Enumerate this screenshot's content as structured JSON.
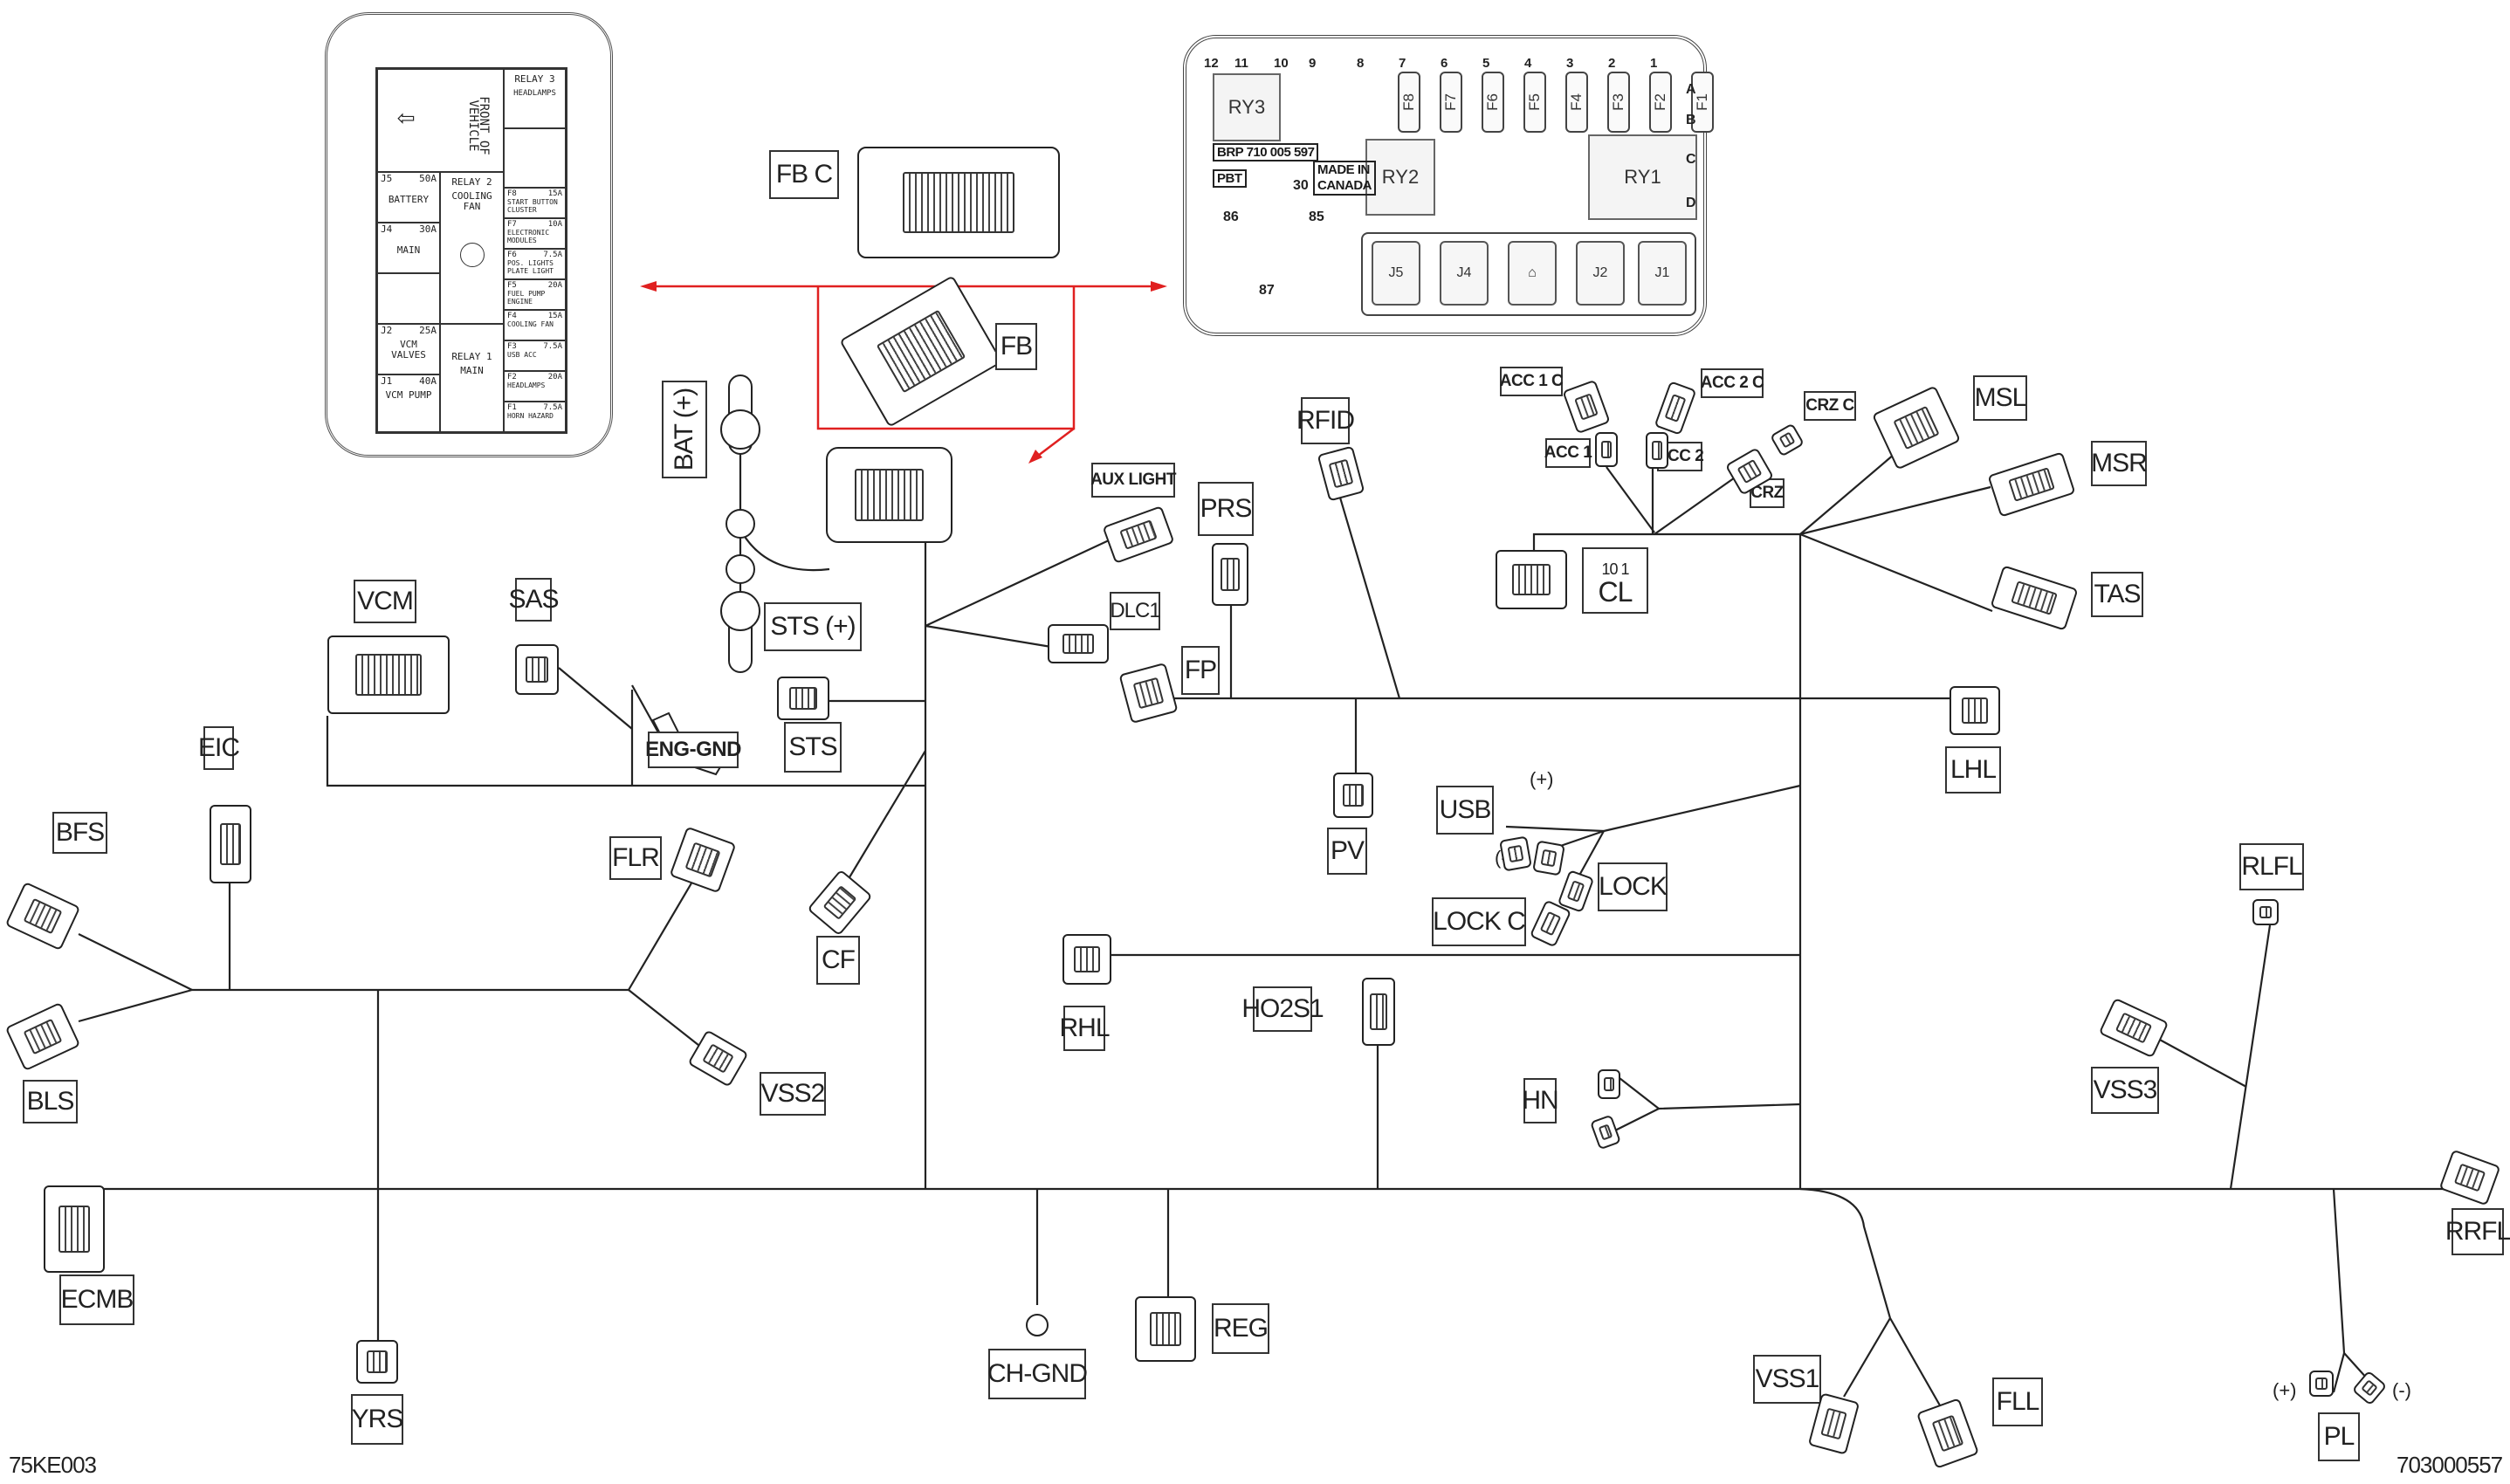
{
  "diagram": {
    "title": "Wiring harness connector layout",
    "figure_code_left": "75KE003",
    "figure_code_right": "703000557",
    "accent_color": "#e02020"
  },
  "fuse_box_map": {
    "front_of_vehicle": "FRONT OF VEHICLE",
    "relays": [
      {
        "name": "RELAY 3",
        "function": "HEADLAMPS"
      },
      {
        "name": "RELAY 2",
        "function": "COOLING FAN"
      },
      {
        "name": "RELAY 1",
        "function": "MAIN"
      }
    ],
    "jfuses": [
      {
        "id": "J5",
        "rating": "50A",
        "function": "BATTERY"
      },
      {
        "id": "J4",
        "rating": "30A",
        "function": "MAIN"
      },
      {
        "id": "J2",
        "rating": "25A",
        "function": "VCM VALVES"
      },
      {
        "id": "J1",
        "rating": "40A",
        "function": "VCM PUMP"
      }
    ],
    "fuses": [
      {
        "id": "F8",
        "rating": "15A",
        "function": "START BUTTON CLUSTER"
      },
      {
        "id": "F7",
        "rating": "10A",
        "function": "ELECTRONIC MODULES"
      },
      {
        "id": "F6",
        "rating": "7.5A",
        "function": "POS. LIGHTS PLATE LIGHT"
      },
      {
        "id": "F5",
        "rating": "20A",
        "function": "FUEL PUMP ENGINE"
      },
      {
        "id": "F4",
        "rating": "15A",
        "function": "COOLING FAN"
      },
      {
        "id": "F3",
        "rating": "7.5A",
        "function": "USB ACC"
      },
      {
        "id": "F2",
        "rating": "20A",
        "function": "HEADLAMPS"
      },
      {
        "id": "F1",
        "rating": "7.5A",
        "function": "HORN HAZARD"
      }
    ]
  },
  "fuse_box_part": {
    "part_number": "BRP 710 005 597",
    "material": "PBT",
    "origin": "MADE IN CANADA",
    "relays": [
      "RY3",
      "RY2",
      "RY1"
    ],
    "fuses": [
      "F8",
      "F7",
      "F6",
      "F5",
      "F4",
      "F3",
      "F2",
      "F1"
    ],
    "slot_numbers": [
      "12",
      "11",
      "10",
      "9",
      "8",
      "7",
      "6",
      "5",
      "4",
      "3",
      "2",
      "1"
    ],
    "row_letters": [
      "A",
      "B",
      "C",
      "D"
    ],
    "jcases": [
      "J5",
      "J4",
      "J2",
      "J1"
    ],
    "relay_pins": [
      "30",
      "86",
      "85",
      "87"
    ]
  },
  "labels": {
    "fb_c": "FB  C",
    "fb": "FB",
    "bat": "BAT (+)",
    "sts_plus": "STS (+)",
    "sts": "STS",
    "eng_gnd": "ENG-GND",
    "vcm": "VCM",
    "sas": "SAS",
    "eic": "EIC",
    "bfs": "BFS",
    "bls": "BLS",
    "flr": "FLR",
    "vss2": "VSS2",
    "cf": "CF",
    "ecmb": "ECMB",
    "yrs": "YRS",
    "ch_gnd": "CH-GND",
    "reg": "REG",
    "aux_light": "AUX LIGHT",
    "dlc1": "DLC1",
    "prs": "PRS",
    "fp": "FP",
    "rfid": "RFID",
    "pv": "PV",
    "usb": "USB",
    "lock": "LOCK",
    "lock_c": "LOCK  C",
    "rhl": "RHL",
    "ho2s1": "HO2S1",
    "hn": "HN",
    "acc1_c": "ACC 1  C",
    "acc1": "ACC 1",
    "acc2_c": "ACC 2  C",
    "acc2": "ACC 2",
    "crz_c": "CRZ  C",
    "crz": "CRZ",
    "cl": "CL",
    "cl_pins": "10     1",
    "msl": "MSL",
    "msr": "MSR",
    "tas": "TAS",
    "lhl": "LHL",
    "rlfl": "RLFL",
    "vss3": "VSS3",
    "rrfl": "RRFL",
    "vss1": "VSS1",
    "fll": "FLL",
    "pl": "PL",
    "plus": "(+)",
    "minus": "(-)"
  }
}
